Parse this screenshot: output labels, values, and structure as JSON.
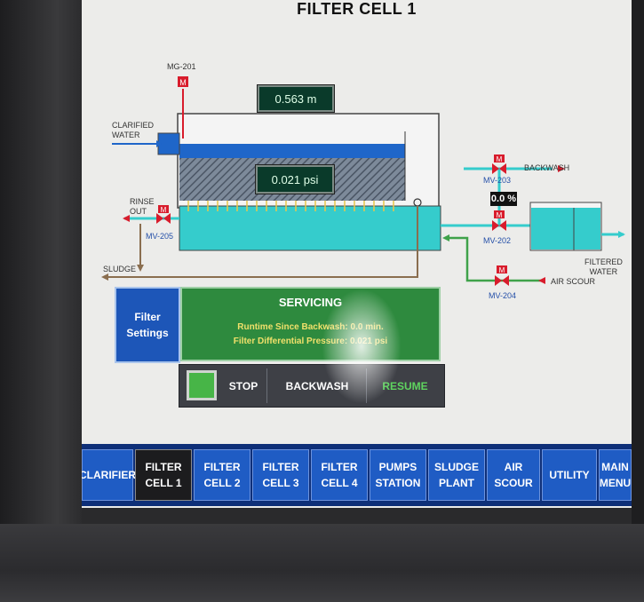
{
  "title": "FILTER CELL 1",
  "diagram": {
    "labels": {
      "mg201": "MG-201",
      "clarified_water": "CLARIFIED\nWATER",
      "rinse_out": "RINSE\nOUT",
      "mv205": "MV-205",
      "sludge": "SLUDGE",
      "backwash": "BACKWASH",
      "mv203": "MV-203",
      "mv202": "MV-202",
      "mv204": "MV-204",
      "air_scour": "AIR SCOUR",
      "filtered_water": "FILTERED\nWATER"
    },
    "level_readout": "0.563 m",
    "pressure_readout": "0.021 psi",
    "valve_percent": "0.0 %",
    "colors": {
      "water": "#35cccc",
      "supernatant": "#1f66c9",
      "valve": "#d81c2c",
      "sludge_line": "#8a6e4f",
      "green_line": "#3fa24a"
    },
    "icons": {
      "valve": "valve-icon",
      "meter": "meter-icon"
    }
  },
  "filter_settings_label": "Filter\nSettings",
  "status": {
    "title": "SERVICING",
    "runtime": "Runtime Since Backwash: 0.0 min.",
    "pressure": "Filter Differential Pressure: 0.021 psi"
  },
  "controls": {
    "stop": "STOP",
    "backwash": "BACKWASH",
    "resume": "RESUME"
  },
  "nav": [
    "CLARIFIER",
    "FILTER\nCELL 1",
    "FILTER\nCELL 2",
    "FILTER\nCELL 3",
    "FILTER\nCELL 4",
    "PUMPS\nSTATION",
    "SLUDGE\nPLANT",
    "AIR\nSCOUR",
    "UTILITY",
    "MAIN\nMENU"
  ]
}
